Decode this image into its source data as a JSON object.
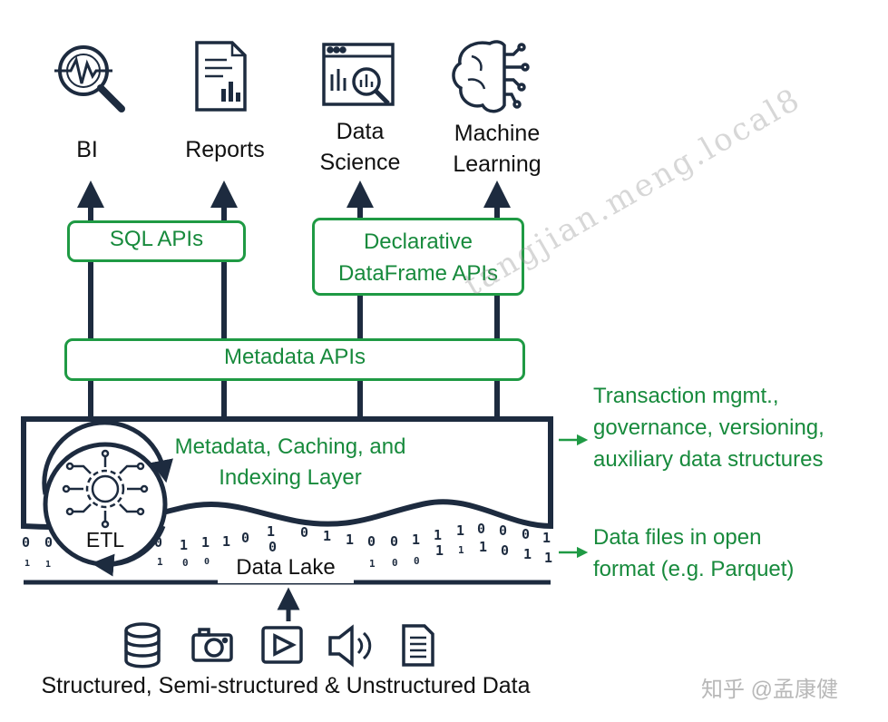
{
  "consumers": {
    "bi": "BI",
    "reports": "Reports",
    "data_science": [
      "Data",
      "Science"
    ],
    "machine_learning": [
      "Machine",
      "Learning"
    ]
  },
  "apis": {
    "sql": "SQL APIs",
    "declarative": [
      "Declarative",
      "DataFrame APIs"
    ],
    "metadata": "Metadata APIs"
  },
  "layer": {
    "title": [
      "Metadata, Caching, and",
      "Indexing Layer"
    ],
    "etl": "ETL",
    "data_lake": "Data Lake"
  },
  "side_notes": {
    "transaction": [
      "Transaction mgmt.,",
      "governance, versioning,",
      "auxiliary data structures"
    ],
    "files": [
      "Data files in open",
      "format (e.g. Parquet)"
    ]
  },
  "sources": {
    "label": "Structured, Semi-structured & Unstructured Data",
    "icons": [
      "database-icon",
      "camera-icon",
      "video-play-icon",
      "speaker-icon",
      "document-icon"
    ]
  },
  "overlay": {
    "watermark": "tangjian.meng.local8",
    "credit": "知乎 @孟康健"
  },
  "colors": {
    "navy": "#1d2b3f",
    "green": "#1f9a44",
    "green_text": "#178a3c"
  }
}
